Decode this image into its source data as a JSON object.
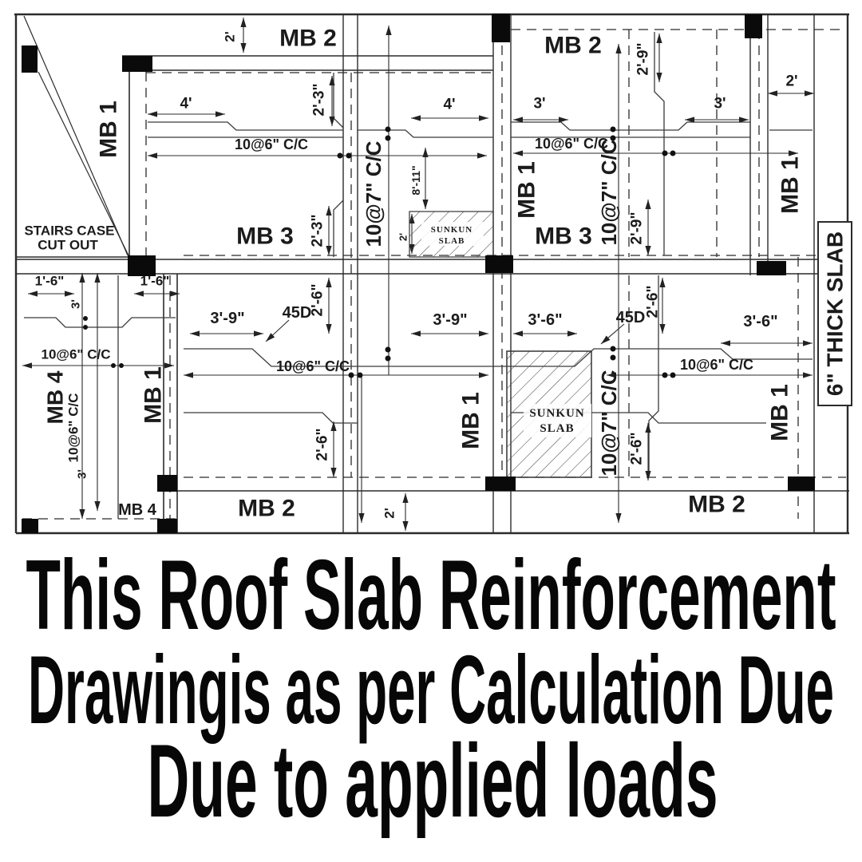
{
  "caption": {
    "line1": "This Roof Slab Reinforcement",
    "line2": "Drawingis as per Calculation Due",
    "line3": "Due to applied loads"
  },
  "colors": {
    "background": "#ffffff",
    "line": "#2b2b2b",
    "text": "#1b1b1b",
    "column_fill": "#0a0a0a"
  },
  "labels": {
    "dim_2ft_top_left": "2'",
    "mb2_top_left": "MB 2",
    "mb2_top_right": "MB 2",
    "dim_2_9_top_right": "2'-9\"",
    "dim_2ft_right_top": "2'",
    "mb1_left_top": "MB 1",
    "dim_4ft_left": "4'",
    "dim_2_3_upper": "2'-3\"",
    "dim_4ft_center": "4'",
    "dim_3ft_center": "3'",
    "dim_3ft_right": "3'",
    "dim_10at6_top_left": "10@6\" C/C",
    "dim_10at6_top_right": "10@6\" C/C",
    "dim_10at7_left": "10@7\" C/C",
    "dim_8_11": "8'-11\"",
    "mb1_center_top": "MB 1",
    "dim_10at7_right_top": "10@7\" C/C",
    "mb1_right_top": "MB 1",
    "stairs_line1": "STAIRS CASE",
    "stairs_line2": "CUT OUT",
    "mb3_left": "MB 3",
    "dim_2_3_lower": "2'-3\"",
    "sunkun_small_1": "SUNKUN",
    "sunkun_small_2": "SLAB",
    "dim_2ft_sunkun": "2'",
    "mb3_right": "MB 3",
    "dim_2_9_mid_right": "2'-9\"",
    "thick_slab": "6\" THICK SLAB",
    "dim_1_6_left": "1'-6\"",
    "dim_1_6_right": "1'-6\"",
    "dim_3ft_stairs_upper": "3'",
    "dim_3_9_left": "3'-9\"",
    "note_45d_left": "45D",
    "dim_2_6_upper_left": "2'-6\"",
    "dim_3_9_center": "3'-9\"",
    "dim_3_6_center": "3'-6\"",
    "note_45d_right": "45D",
    "dim_2_6_upper_right": "2'-6\"",
    "dim_3_6_right": "3'-6\"",
    "dim_10at6_mid_left": "10@6\" C/C",
    "dim_10at6_mid_center": "10@6\" C/C",
    "dim_10at6_mid_right": "10@6\" C/C",
    "mb4_left": "MB 4",
    "dim_10at6_vert": "10@6\" C/C",
    "mb1_lower_left": "MB 1",
    "mb1_lower_center": "MB 1",
    "sunkun_big_1": "SUNKUN",
    "sunkun_big_2": "SLAB",
    "dim_10at7_right_bottom": "10@7\" C/C",
    "dim_2_6_lower_left": "2'-6\"",
    "dim_2_6_lower_right": "2'-6\"",
    "mb1_right_bottom": "MB 1",
    "dim_3ft_stairs_lower": "3'",
    "mb4_bottom": "MB 4",
    "mb2_bottom_left": "MB 2",
    "dim_2ft_bottom": "2'",
    "mb2_bottom_right": "MB 2"
  }
}
